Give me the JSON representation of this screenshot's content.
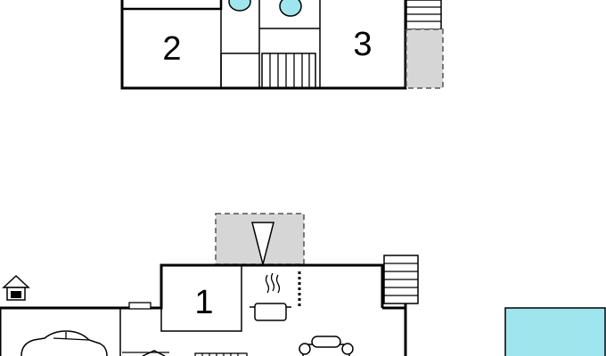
{
  "colors": {
    "wall": "#000000",
    "background": "#ffffff",
    "terrace": "#d6d6d6",
    "bath_fixture": "#9fe5ee",
    "pool": "#9fe5ee"
  },
  "upper_floor": {
    "rooms": [
      {
        "label": "2",
        "kind": "bedroom"
      },
      {
        "label": "3",
        "kind": "bedroom"
      }
    ],
    "fixtures": [
      "washbasin",
      "washbasin",
      "staircase",
      "staircase-exterior",
      "balcony"
    ]
  },
  "ground_floor": {
    "rooms": [
      {
        "label": "1",
        "kind": "bedroom"
      }
    ],
    "fixtures": [
      "cooking-pot",
      "sofa",
      "car-garage",
      "staircase-exterior",
      "terrace",
      "barbecue-house"
    ]
  },
  "pool": {
    "kind": "swimming-pool"
  }
}
